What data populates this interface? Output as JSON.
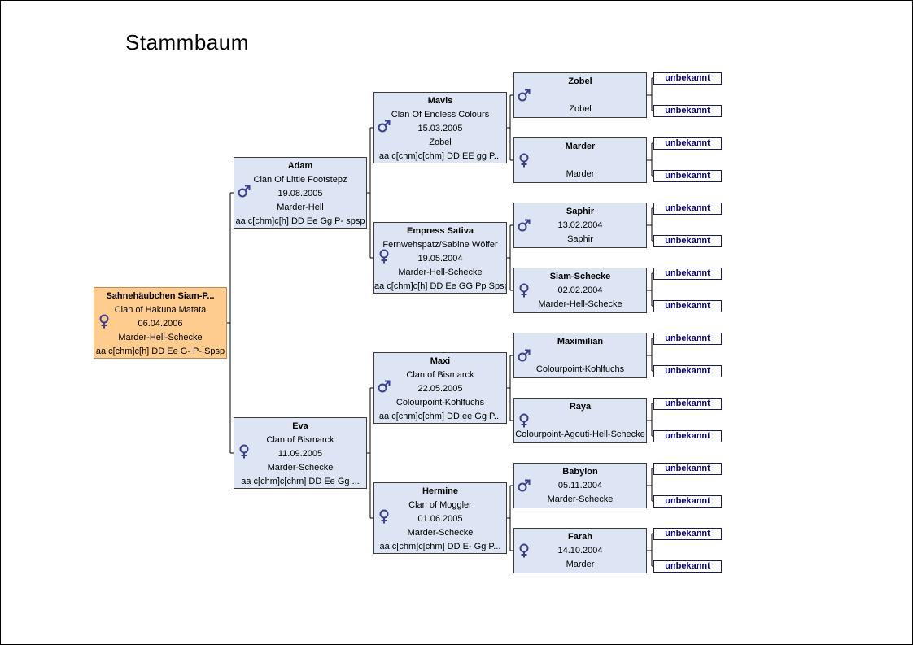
{
  "title": "Stammbaum",
  "unknown_label": "unbekannt",
  "colors": {
    "subject_bg": "#ffcc8f",
    "ancestor_bg": "#dde5f4",
    "symbol": "#3a3f8c",
    "unknown_text": "#000080"
  },
  "subject": {
    "name": "Sahnehäubchen Siam-P...",
    "sex": "female",
    "lines": [
      "Clan of Hakuna Matata",
      "06.04.2006",
      "Marder-Hell-Schecke",
      "aa c[chm]c[h] DD Ee G- P- Spsp"
    ]
  },
  "parents": [
    {
      "name": "Adam",
      "sex": "male",
      "lines": [
        "Clan Of Little Footstepz",
        "19.08.2005",
        "Marder-Hell",
        "aa c[chm]c[h] DD Ee Gg P- spsp"
      ]
    },
    {
      "name": "Eva",
      "sex": "female",
      "lines": [
        "Clan of Bismarck",
        "11.09.2005",
        "Marder-Schecke",
        "aa c[chm]c[chm] DD Ee Gg ..."
      ]
    }
  ],
  "grandparents": [
    {
      "name": "Mavis",
      "sex": "male",
      "lines": [
        "Clan Of Endless Colours",
        "15.03.2005",
        "Zobel",
        "aa c[chm]c[chm] DD EE gg P..."
      ]
    },
    {
      "name": "Empress Sativa",
      "sex": "female",
      "lines": [
        "Fernwehspatz/Sabine Wölfer",
        "19.05.2004",
        "Marder-Hell-Schecke",
        "aa c[chm]c[h] DD Ee GG Pp Spsp"
      ]
    },
    {
      "name": "Maxi",
      "sex": "male",
      "lines": [
        "Clan of Bismarck",
        "22.05.2005",
        "Colourpoint-Kohlfuchs",
        "aa c[chm]c[chm] DD ee Gg P..."
      ]
    },
    {
      "name": "Hermine",
      "sex": "female",
      "lines": [
        "Clan of Moggler",
        "01.06.2005",
        "Marder-Schecke",
        "aa c[chm]c[chm] DD E- Gg P..."
      ]
    }
  ],
  "great_grandparents": [
    {
      "name": "Zobel",
      "sex": "male",
      "lines": [
        "",
        "Zobel"
      ]
    },
    {
      "name": "Marder",
      "sex": "female",
      "lines": [
        "",
        "Marder"
      ]
    },
    {
      "name": "Saphir",
      "sex": "male",
      "lines": [
        "13.02.2004",
        "Saphir"
      ]
    },
    {
      "name": "Siam-Schecke",
      "sex": "female",
      "lines": [
        "02.02.2004",
        "Marder-Hell-Schecke"
      ]
    },
    {
      "name": "Maximilian",
      "sex": "male",
      "lines": [
        "",
        "Colourpoint-Kohlfuchs"
      ]
    },
    {
      "name": "Raya",
      "sex": "female",
      "lines": [
        "",
        "Colourpoint-Agouti-Hell-Schecke"
      ]
    },
    {
      "name": "Babylon",
      "sex": "male",
      "lines": [
        "05.11.2004",
        "Marder-Schecke"
      ]
    },
    {
      "name": "Farah",
      "sex": "female",
      "lines": [
        "14.10.2004",
        "Marder"
      ]
    }
  ]
}
